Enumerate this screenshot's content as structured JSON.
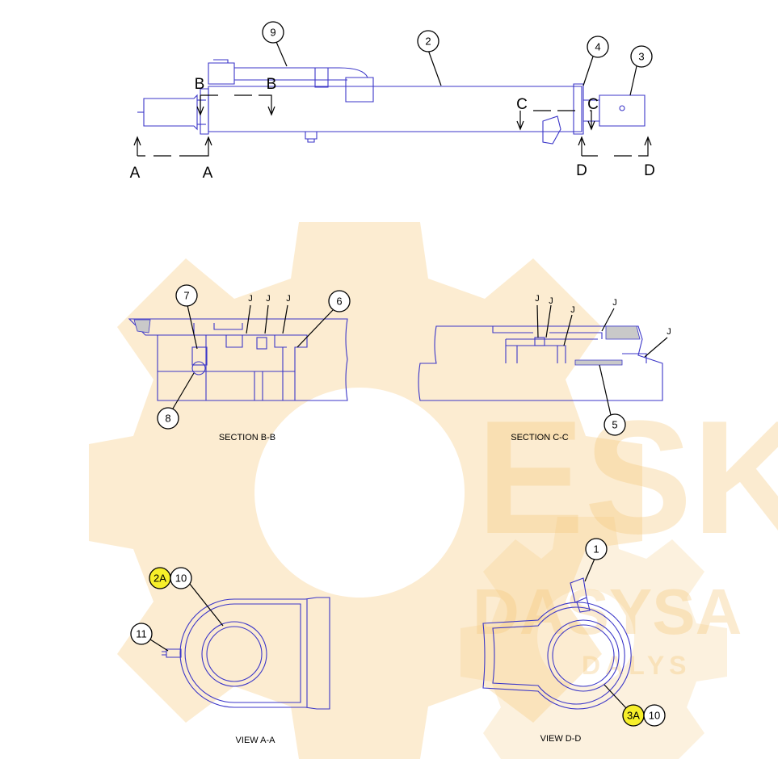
{
  "watermark": {
    "brand": "ESKA",
    "brand2": "DASYSA",
    "tagline": "DALYS",
    "color": "#f5c87a"
  },
  "colors": {
    "line": "#3b36c8",
    "highlight": "#f7ef2a"
  },
  "section_markers": {
    "A": "A",
    "B": "B",
    "C": "C",
    "D": "D"
  },
  "callouts": {
    "c1": "1",
    "c2": "2",
    "c3": "3",
    "c4": "4",
    "c5": "5",
    "c6": "6",
    "c7": "7",
    "c8": "8",
    "c9": "9",
    "c10a": "10",
    "c10b": "10",
    "c11": "11",
    "c2A": "2A",
    "c3A": "3A"
  },
  "j_label": "J",
  "captions": {
    "section_bb": "SECTION B-B",
    "section_cc": "SECTION C-C",
    "view_aa": "VIEW A-A",
    "view_dd": "VIEW D-D"
  }
}
